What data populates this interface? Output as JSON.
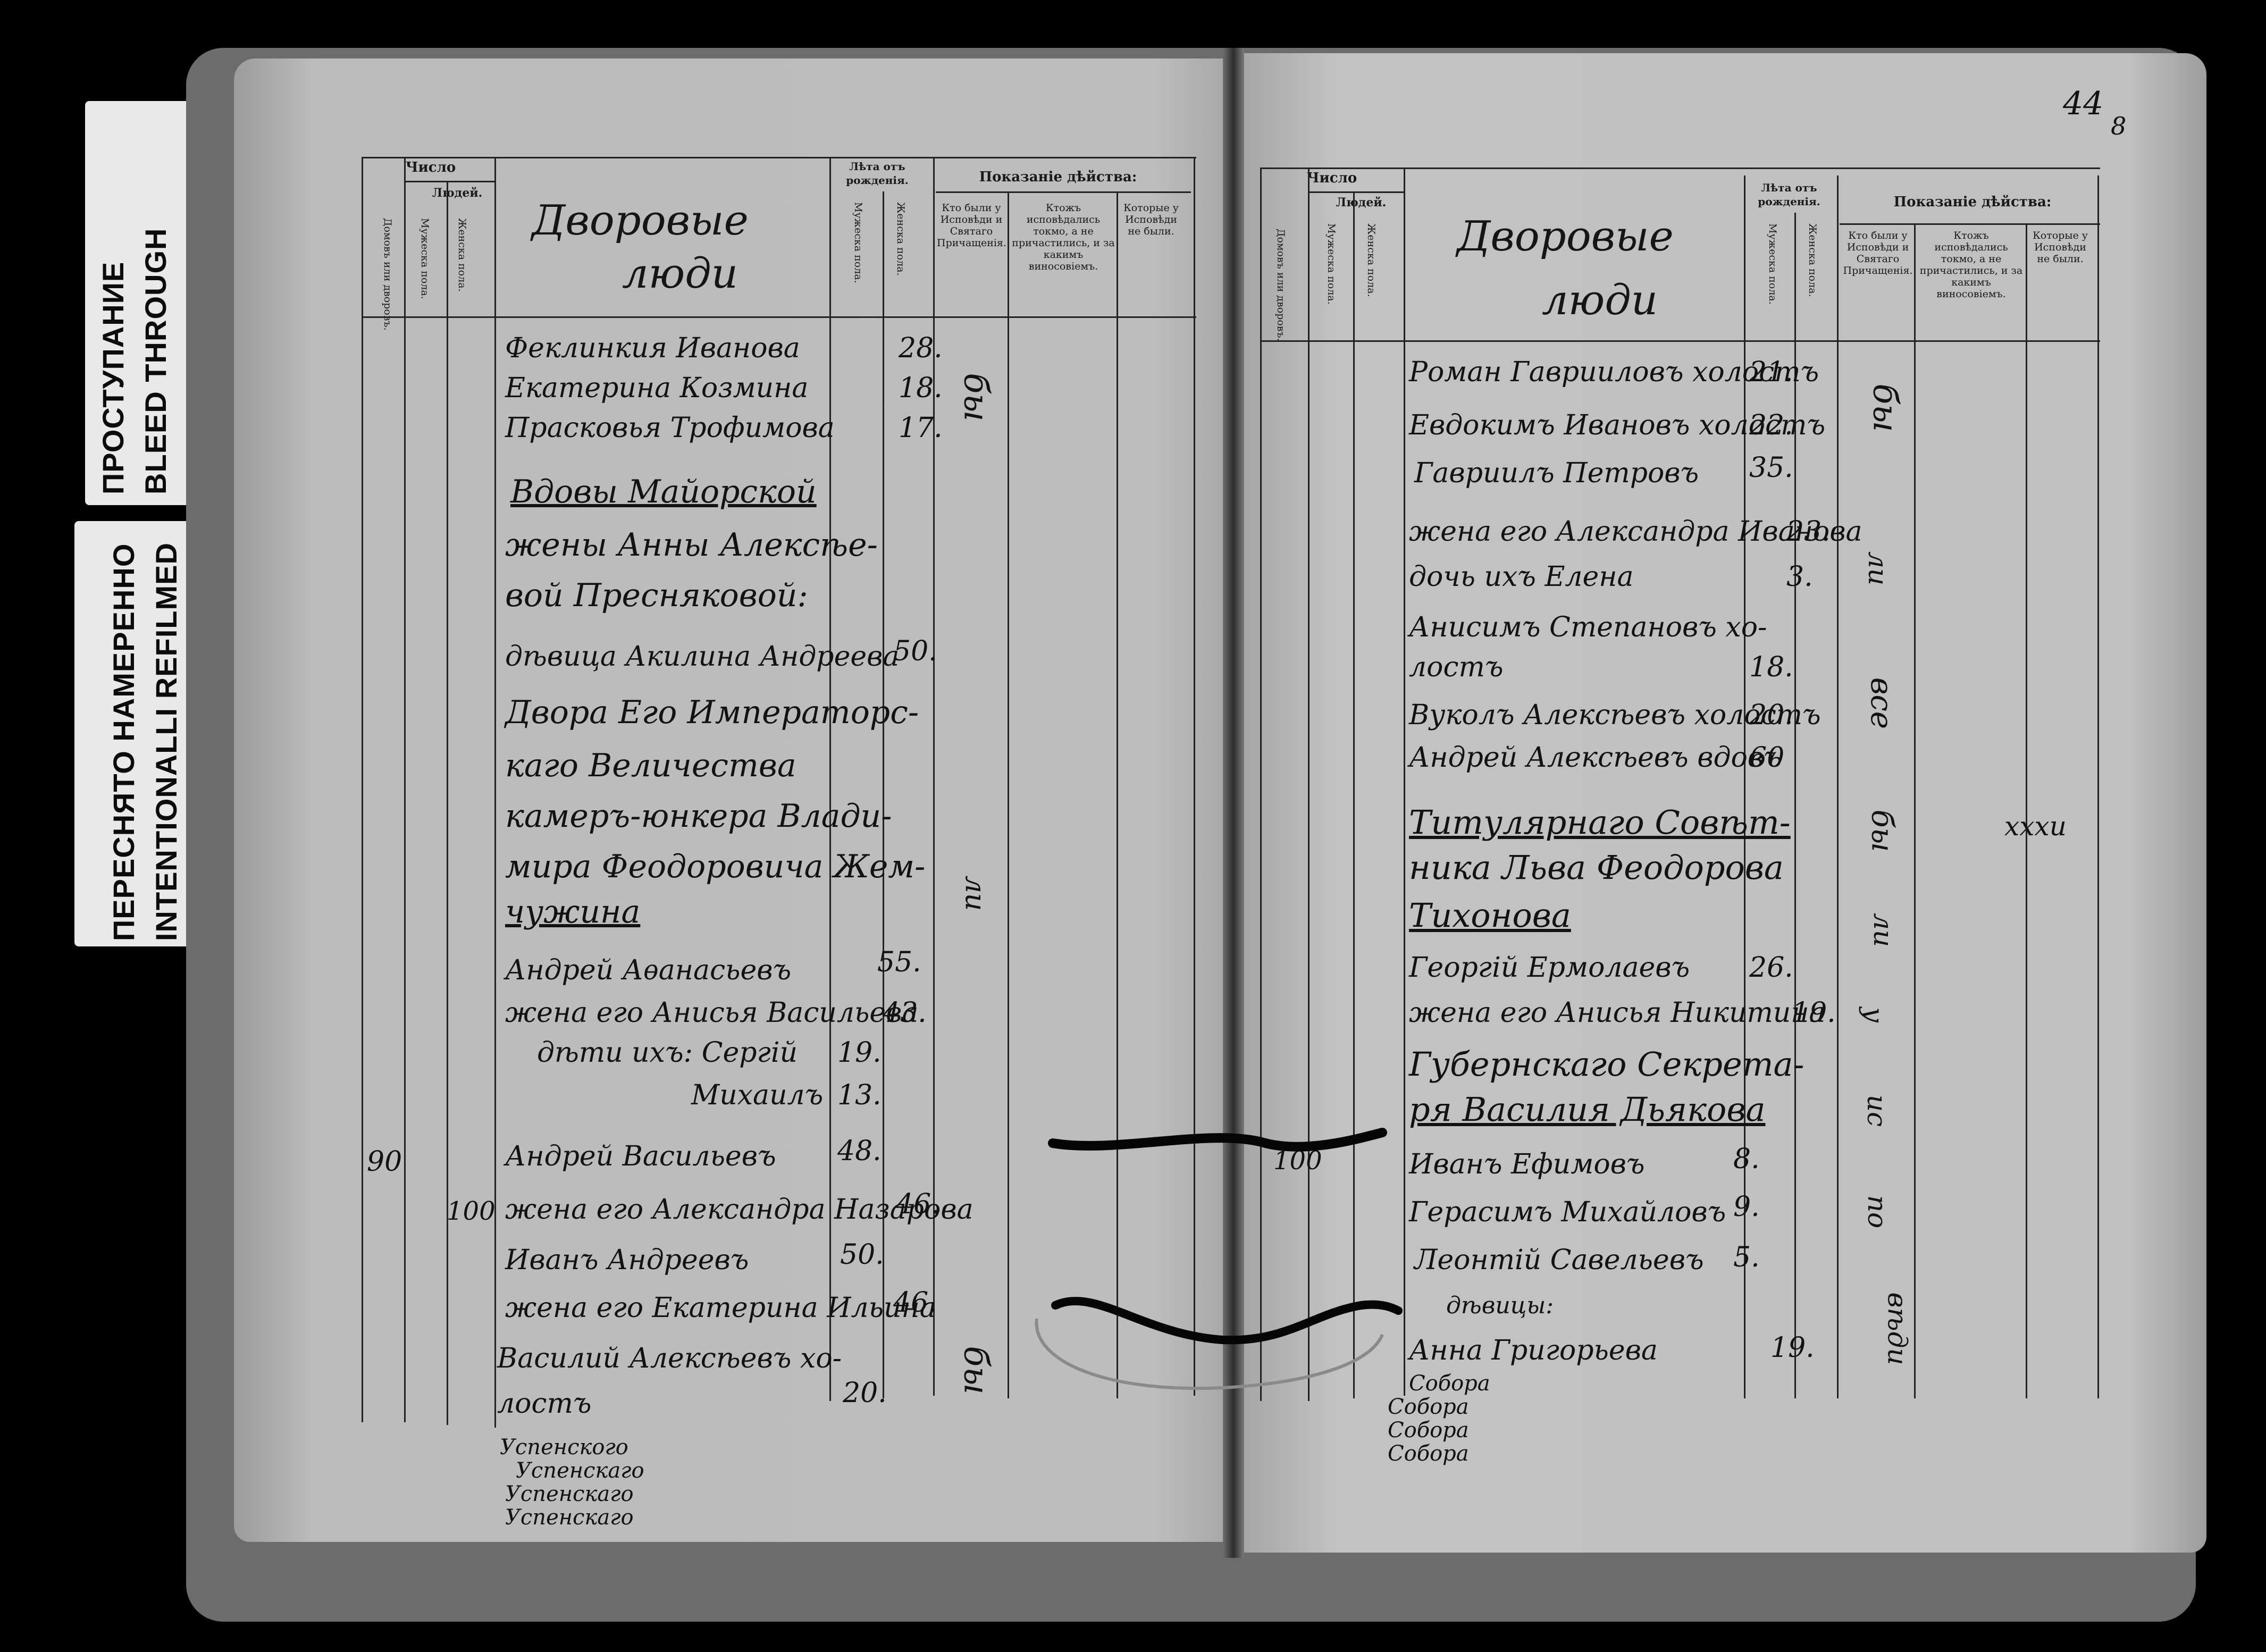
{
  "tags": {
    "top_ru": "ПРОСТУПАНИЕ",
    "top_en": "BLEED THROUGH",
    "bottom_ru": "ПЕРЕСНЯТО НАМЕРЕННО",
    "bottom_en": "INTENTIONALLI REFILMED"
  },
  "page_number": "44",
  "page_number_pencil": "8",
  "header": {
    "chislo": "Число",
    "lyudey": "Людей.",
    "domov": "Домовъ или дворовъ.",
    "muzh": "Мужеска пола.",
    "zhen": "Женска пола.",
    "leta": "Лѣта отъ рожденія.",
    "leta_muzh": "Мужеска пола.",
    "leta_zhen": "Женска пола.",
    "pokazanie": "Показаніе дѣйства:",
    "col_a": "Кто были у Исповѣди и Святаго Причащенія.",
    "col_b": "Ктожъ исповѣдались токмо, а не причастились, и за какимъ виносовіемъ.",
    "col_c": "Которые у Исповѣди не были."
  },
  "left": {
    "title_1": "Дворовые",
    "title_2": "люди",
    "entries": [
      {
        "name": "Феклинкия Иванова",
        "age": "28."
      },
      {
        "name": "Екатерина Козмина",
        "age": "18."
      },
      {
        "name": "Прасковья Трофимова",
        "age": "17."
      },
      {
        "name": "Вдовы Майорской",
        "age": ""
      },
      {
        "name": "жены Анны Алексѣе-",
        "age": ""
      },
      {
        "name": "вой Пресняковой:",
        "age": ""
      },
      {
        "name": "дѣвица Акилина Андреева",
        "age": "50."
      },
      {
        "name": "Двора Его Императорс-",
        "age": ""
      },
      {
        "name": "каго Величества",
        "age": ""
      },
      {
        "name": "камеръ-юнкера Влади-",
        "age": ""
      },
      {
        "name": "мира Феодоровича Жем-",
        "age": ""
      },
      {
        "name": "чужина",
        "age": ""
      },
      {
        "name": "Андрей Аѳанасьевъ",
        "age": "55."
      },
      {
        "name": "жена его Анисья Васильева",
        "age": "43."
      },
      {
        "name": "дѣти ихъ: Сергій",
        "age": "19."
      },
      {
        "name": "Михаилъ",
        "age": "13."
      },
      {
        "name": "Андрей Васильевъ",
        "age": "48."
      },
      {
        "name": "жена его Александра Назарова",
        "age": "46."
      },
      {
        "name": "Иванъ Андреевъ",
        "age": "50."
      },
      {
        "name": "жена его Екатерина Ильина",
        "age": "46."
      },
      {
        "name": "Василий Алексѣевъ хо-",
        "age": ""
      },
      {
        "name": "лостъ",
        "age": "20."
      }
    ],
    "count_1": "90",
    "count_2": "100",
    "marks": [
      "бы",
      "ли",
      "бы"
    ],
    "footnote": [
      "Успенского",
      "Успенскаго",
      "Успенскаго",
      "Успенскаго"
    ]
  },
  "right": {
    "title_1": "Дворовые",
    "title_2": "люди",
    "entries": [
      {
        "name": "Роман Гаврииловъ холостъ",
        "age": "21."
      },
      {
        "name": "Евдокимъ Ивановъ холостъ",
        "age": "22."
      },
      {
        "name": "Гавриилъ Петровъ",
        "age": "35."
      },
      {
        "name": "жена его Александра Иванова",
        "age": "23."
      },
      {
        "name": "дочь ихъ Елена",
        "age": "3."
      },
      {
        "name": "Анисимъ Степановъ хо-",
        "age": ""
      },
      {
        "name": "лостъ",
        "age": "18."
      },
      {
        "name": "Вуколъ Алексѣевъ холостъ",
        "age": "20."
      },
      {
        "name": "Андрей Алексѣевъ вдовъ",
        "age": "60"
      },
      {
        "name": "Титулярнаго Совѣт-",
        "age": ""
      },
      {
        "name": "ника Льва Феодорова",
        "age": ""
      },
      {
        "name": "Тихонова",
        "age": ""
      },
      {
        "name": "Георгій Ермолаевъ",
        "age": "26."
      },
      {
        "name": "жена его Анисья Никитина",
        "age": "19."
      },
      {
        "name": "Губернскаго Секрета-",
        "age": ""
      },
      {
        "name": "ря Василия Дьякова",
        "age": ""
      },
      {
        "name": "Иванъ Ефимовъ",
        "age": "8."
      },
      {
        "name": "Герасимъ Михайловъ",
        "age": "9."
      },
      {
        "name": "Леонтій Савельевъ",
        "age": "5."
      },
      {
        "name": "дѣвицы:",
        "age": ""
      },
      {
        "name": "Анна Григорьева",
        "age": "19."
      }
    ],
    "count": "100",
    "marks": [
      "бы",
      "ли",
      "все",
      "бы",
      "ли",
      "у",
      "ис",
      "по",
      "вѣди"
    ],
    "annotation": "хххи",
    "footnote": [
      "Собора",
      "Собора",
      "Собора",
      "Собора"
    ]
  }
}
